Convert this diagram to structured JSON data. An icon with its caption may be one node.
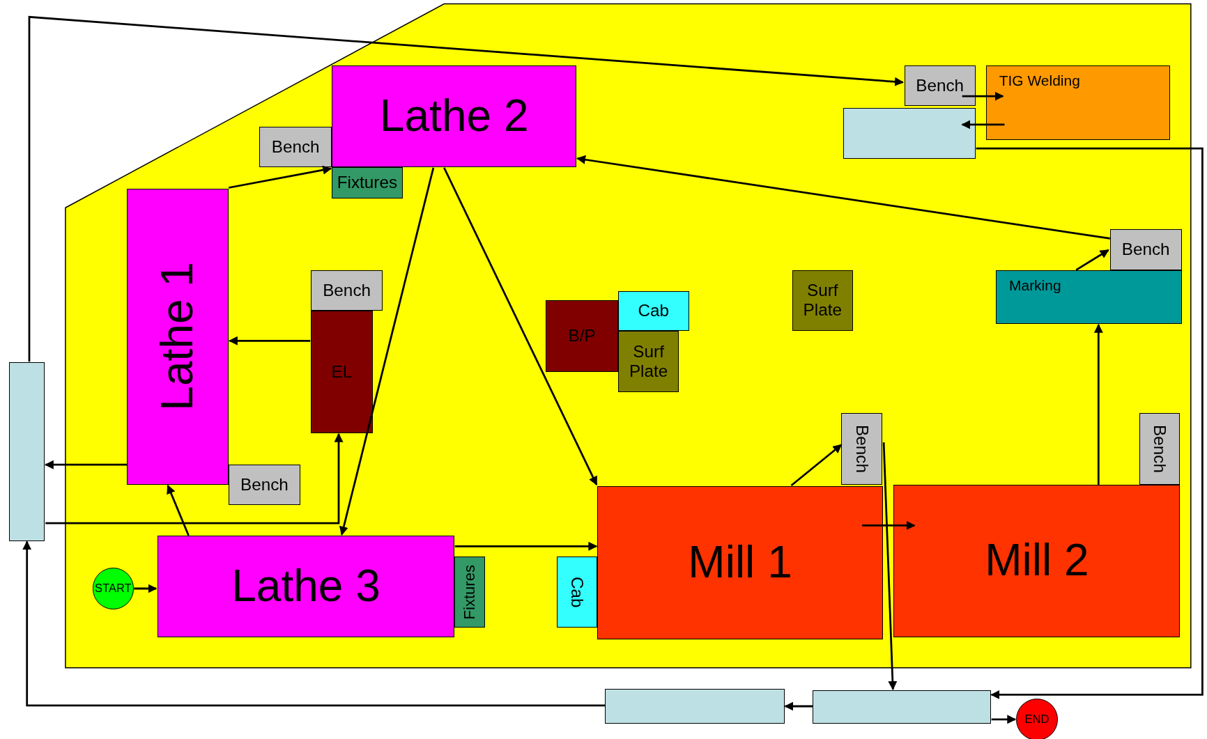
{
  "diagram": {
    "nodes": [
      {
        "text": [
          "Lathe 2"
        ]
      },
      {
        "text": [
          "Bench"
        ]
      },
      {
        "text": [
          "Fixtures"
        ]
      },
      {
        "text": [
          "Lathe 1"
        ]
      },
      {
        "text": [
          "Bench"
        ]
      },
      {
        "text": [
          "EL"
        ]
      },
      {
        "text": [
          "Bench"
        ]
      },
      {
        "text": [
          "Lathe 3"
        ]
      },
      {
        "text": [
          "Fixtures"
        ]
      },
      {
        "text": [
          "START"
        ]
      },
      {
        "text": [
          "B/P"
        ]
      },
      {
        "text": [
          "Cab"
        ]
      },
      {
        "text": [
          "Surf Plate"
        ]
      },
      {
        "text": [
          "Surf Plate"
        ]
      },
      {
        "text": [
          "Cab"
        ]
      },
      {
        "text": [
          "Mill 1"
        ]
      },
      {
        "text": [
          "Bench"
        ]
      },
      {
        "text": [
          "Mill 2"
        ]
      },
      {
        "text": [
          "Bench"
        ]
      },
      {
        "text": [
          "Marking"
        ]
      },
      {
        "text": [
          "Bench"
        ]
      },
      {
        "text": [
          "Bench"
        ]
      },
      {
        "text": [
          "TIG Welding"
        ]
      },
      {
        "text": [],
        "shape": "box"
      },
      {
        "text": [],
        "shape": "box"
      },
      {
        "text": [],
        "shape": "box"
      },
      {
        "text": [],
        "shape": "box"
      },
      {
        "text": [
          "END"
        ]
      }
    ],
    "edges": [
      {
        "from": 9,
        "to": 7,
        "arrow": "to"
      },
      {
        "from": 7,
        "to": 3,
        "arrow": "to"
      },
      {
        "from": 3,
        "to": 0,
        "arrow": "to"
      },
      {
        "from": 0,
        "to": 7,
        "arrow": "to"
      },
      {
        "from": 0,
        "to": 15,
        "arrow": "to"
      },
      {
        "from": 3,
        "to": 24,
        "arrow": "to"
      },
      {
        "from": 24,
        "to": 5,
        "arrow": "to"
      },
      {
        "from": 5,
        "to": 3,
        "arrow": "to"
      },
      {
        "from": 24,
        "to": 21,
        "arrow": "to"
      },
      {
        "from": 21,
        "to": 22,
        "arrow": "to"
      },
      {
        "from": 22,
        "to": 23,
        "arrow": "to"
      },
      {
        "from": 23,
        "to": 26,
        "arrow": "to"
      },
      {
        "from": 7,
        "to": 15,
        "arrow": "to"
      },
      {
        "from": 15,
        "to": 16,
        "arrow": "to"
      },
      {
        "from": 16,
        "to": 26,
        "arrow": "to"
      },
      {
        "from": 15,
        "to": 17,
        "arrow": "to"
      },
      {
        "from": 17,
        "to": 19,
        "arrow": "to"
      },
      {
        "from": 19,
        "to": 20,
        "arrow": "to"
      },
      {
        "from": 20,
        "to": 0,
        "arrow": "to"
      },
      {
        "from": 26,
        "to": 25,
        "arrow": "to"
      },
      {
        "from": 26,
        "to": 27,
        "arrow": "to"
      },
      {
        "from": 25,
        "to": 24,
        "arrow": "to"
      }
    ]
  }
}
